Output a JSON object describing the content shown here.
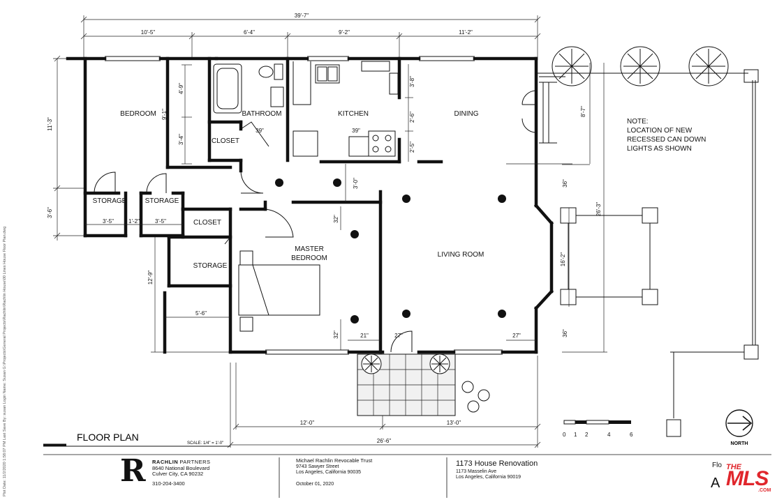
{
  "rooms": {
    "bedroom": "BEDROOM",
    "bathroom": "BATHROOM",
    "kitchen": "KITCHEN",
    "dining": "DINING",
    "closet_1": "CLOSET",
    "closet_2": "CLOSET",
    "storage_1": "STORAGE",
    "storage_2": "STORAGE",
    "storage_3": "STORAGE",
    "master_bedroom_1": "MASTER",
    "master_bedroom_2": "BEDROOM",
    "living_room": "LIVING ROOM"
  },
  "note": [
    "NOTE:",
    "LOCATION OF NEW",
    "RECESSED CAN DOWN",
    "LIGHTS AS SHOWN"
  ],
  "dimensions": {
    "overall_top": "39'-7\"",
    "top_1": "10'-5\"",
    "top_2": "6'-4\"",
    "top_3": "9'-2\"",
    "top_4": "11'-2\"",
    "left_1": "11'-3\"",
    "left_2": "3'-6\"",
    "left_3": "12'-9\"",
    "bath_1": "4'-9\"",
    "bath_2": "9'-1\"",
    "bath_3": "3'-4\"",
    "closet_w": "39\"",
    "kitchen_w": "39\"",
    "kitchen_1": "3'-8\"",
    "kitchen_2": "2'-6\"",
    "kitchen_3": "2'-5\"",
    "kitchen_4": "3'-0\"",
    "storage_w1": "3'-5\"",
    "storage_w2": "1'-2\"",
    "storage_w3": "3'-5\"",
    "master_1": "32\"",
    "master_2": "32\"",
    "master_3": "21\"",
    "entry": "27\"",
    "living_1": "27\"",
    "living_2": "36\"",
    "living_3": "36\"",
    "right_1": "8'-7\"",
    "right_2": "26'-3\"",
    "bay": "16'-2\"",
    "storage_d": "5'-6\"",
    "bottom_1": "12'-0\"",
    "bottom_2": "13'-0\"",
    "bottom_overall": "26'-6\""
  },
  "scale_bar": [
    "0",
    "1",
    "2",
    "4",
    "6"
  ],
  "north": "NORTH",
  "floor_plan_title": "FLOOR PLAN",
  "scale_note": "SCALE: 1/4\" = 1'-0\"",
  "title_block": {
    "logo": "R",
    "firm_name_1": "RACHLIN",
    "firm_name_2": "PARTNERS",
    "firm_address_1": "8640 National Boulevard",
    "firm_address_2": "Culver City, CA 90232",
    "firm_phone": "310-204-3400",
    "client_name": "Michael Rachlin Revocable Trust",
    "client_address_1": "9743 Sawyer Street",
    "client_address_2": "Los Angeles, California 90035",
    "date": "October 01, 2020",
    "project_name": "1173 House Renovation",
    "project_address_1": "1173 Masselin Ave",
    "project_address_2": "Los Angeles, California 90019",
    "sheet_prefix": "Flo",
    "sheet_letter": "A",
    "plot_info": "Plot Date: 11/2/2020 1:58:07 PM    Last Save By: susan    Login Name: Susan   G:\\Projects\\General Projects\\Rachlin\\Rachlin House\\00 Lines House Floor Plan.dwg"
  },
  "watermark": {
    "the": "THE",
    "mls": "MLS",
    "com": ".COM"
  },
  "colors": {
    "watermark_red": "#e0262c",
    "line": "#111111"
  }
}
